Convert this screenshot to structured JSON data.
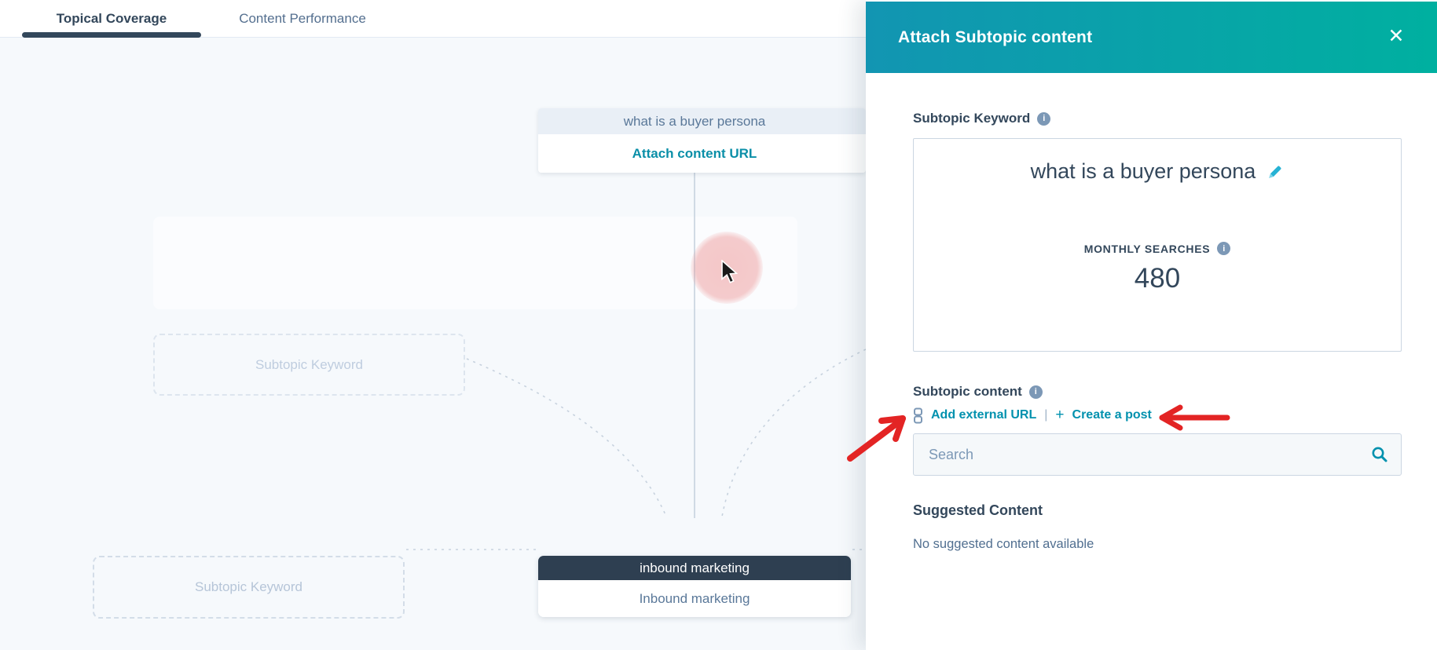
{
  "tabs": {
    "topical_coverage": "Topical Coverage",
    "content_performance": "Content Performance"
  },
  "canvas": {
    "attach_node": {
      "keyword": "what is a buyer persona",
      "action_label": "Attach content URL"
    },
    "placeholders": [
      "Subtopic Keyword",
      "Subtopic Keyword"
    ],
    "core_topic_node": {
      "keyword": "inbound marketing",
      "title": "Inbound marketing"
    }
  },
  "panel": {
    "title": "Attach Subtopic content",
    "close_glyph": "✕",
    "keyword_section": {
      "label": "Subtopic Keyword",
      "keyword_value": "what is a buyer persona",
      "monthly_searches_label": "MONTHLY SEARCHES",
      "monthly_searches_value": "480"
    },
    "content_section": {
      "label": "Subtopic content",
      "add_external_url_label": "Add external URL",
      "divider_glyph": "|",
      "plus_glyph": "+",
      "create_post_label": "Create a post"
    },
    "search": {
      "placeholder": "Search"
    },
    "suggested_section": {
      "label": "Suggested Content",
      "empty_message": "No suggested content available"
    }
  },
  "icons": {
    "info": "i",
    "pencil": "pencil-edit",
    "external_link": "link-chain",
    "search": "magnifier",
    "close": "close-x"
  },
  "colors": {
    "panel_gradient_start": "#1295b2",
    "panel_gradient_end": "#00b0a0",
    "link_teal": "#0091ae",
    "dark_node_navy": "#2e3f51",
    "tab_active_navy": "#33475b",
    "annotation_red": "#e32424",
    "click_highlight_pink": "#eb8c8c",
    "canvas_bg": "#f6f9fc"
  }
}
